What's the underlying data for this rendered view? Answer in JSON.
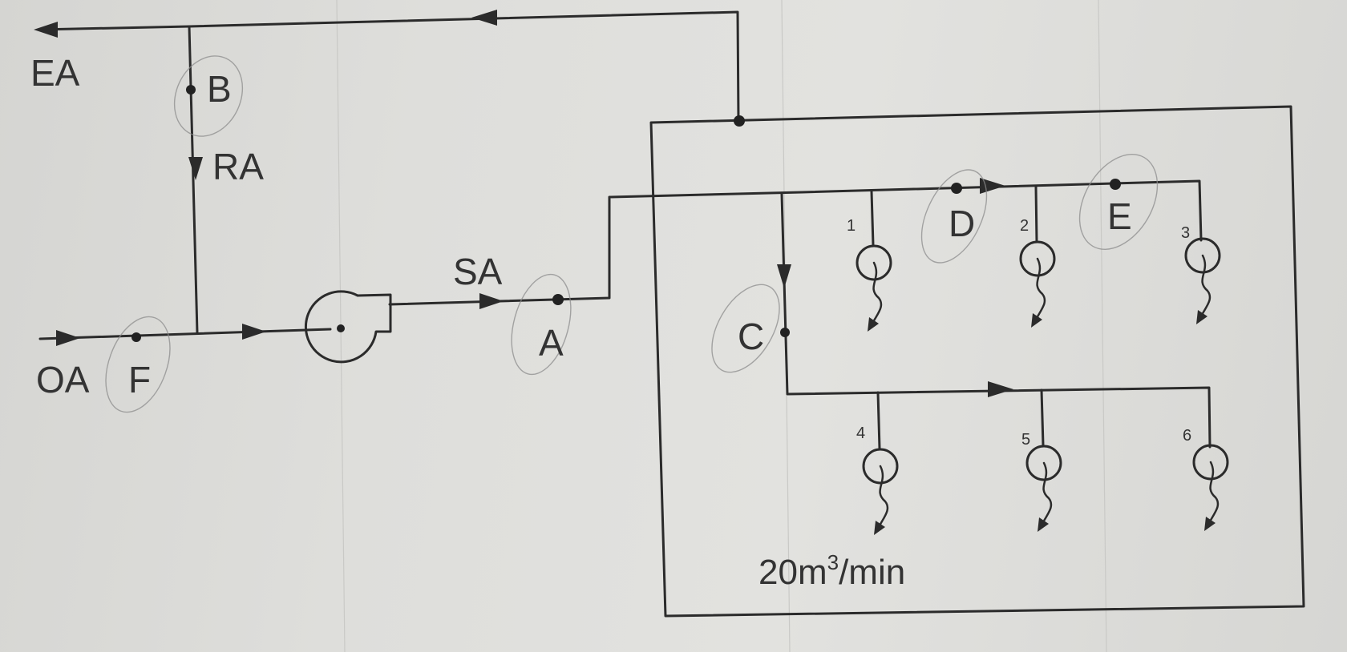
{
  "labels": {
    "ea": "EA",
    "ra": "RA",
    "oa": "OA",
    "sa": "SA",
    "point_a": "A",
    "point_b": "B",
    "point_c": "C",
    "point_d": "D",
    "point_e": "E",
    "point_f": "F"
  },
  "outlets": [
    "1",
    "2",
    "3",
    "4",
    "5",
    "6"
  ],
  "flow_rate": {
    "value": "20m",
    "exponent": "3",
    "unit": "/min"
  },
  "icons": {
    "fan": "centrifugal-fan-icon",
    "diffuser": "diffuser-outlet-icon",
    "flow_arrow": "flow-arrow-icon",
    "junction": "junction-node-icon"
  },
  "colors": {
    "line": "#2b2b2b",
    "paper": "#dededb",
    "pencil": "#8c8c8c"
  }
}
